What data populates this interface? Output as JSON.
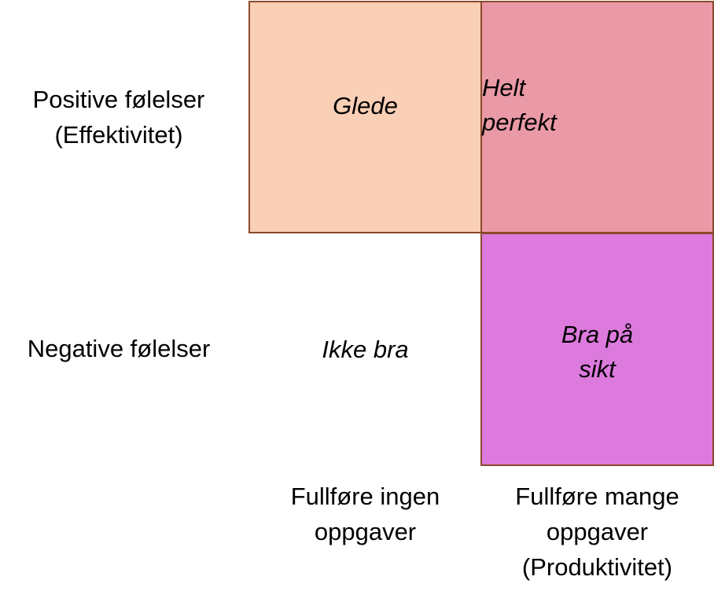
{
  "colors": {
    "glede_fill": "#f9cfb6",
    "helt_perfekt_fill": "#ea99a6",
    "bra_pa_sikt_fill": "#dc7add",
    "border": "#8b4a2b"
  },
  "quadrants": {
    "glede": {
      "label": "Glede"
    },
    "helt_perfekt": {
      "line1": "Helt",
      "line2": "perfekt"
    },
    "ikke_bra": {
      "label": "Ikke bra"
    },
    "bra_pa_sikt": {
      "line1": "Bra på",
      "line2": "sikt"
    }
  },
  "row_labels": {
    "positive": {
      "line1": "Positive følelser",
      "line2": "(Effektivitet)"
    },
    "negative": {
      "line1": "Negative følelser"
    }
  },
  "column_labels": {
    "no_tasks": {
      "line1": "Fullføre ingen",
      "line2": "oppgaver"
    },
    "many_tasks": {
      "line1": "Fullføre mange",
      "line2": "oppgaver",
      "line3": "(Produktivitet)"
    }
  }
}
